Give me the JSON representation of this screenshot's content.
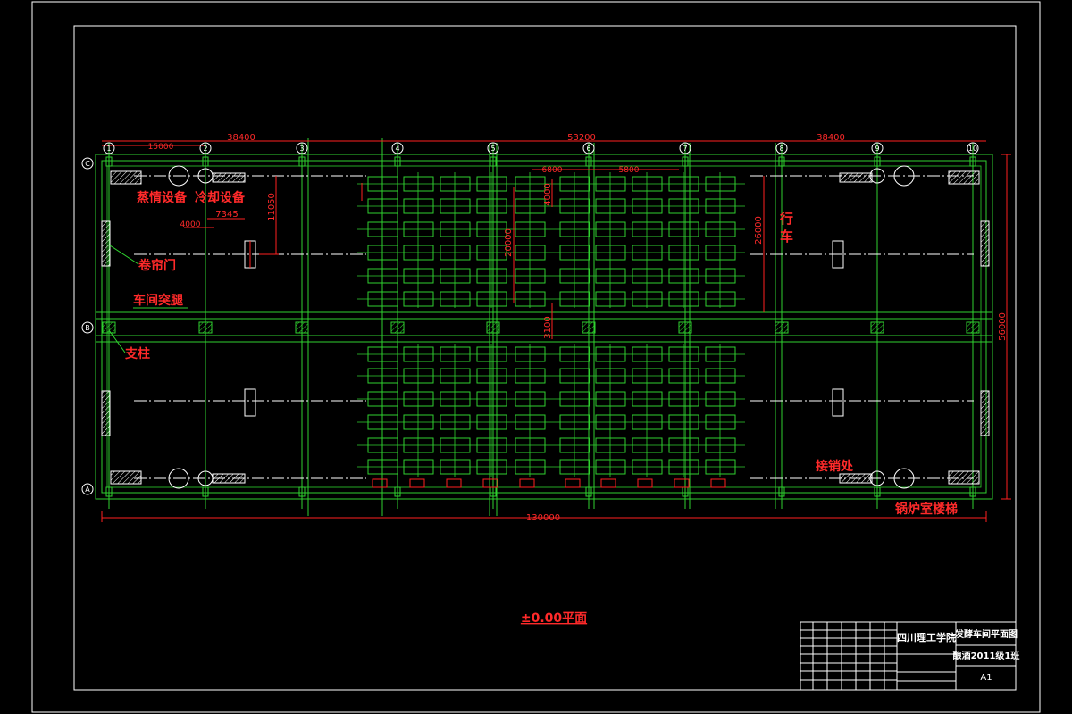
{
  "drawing": {
    "plan_title": "±0.00平面",
    "overall_dimension": "130000",
    "top_dimensions": [
      "38400",
      "53200",
      "38400"
    ],
    "sub_dimensions": {
      "first_bay": "15000",
      "equip_a": "6800",
      "equip_b": "5800",
      "offset_a": "7345",
      "offset_b": "4000",
      "vertical_a": "11050",
      "vertical_b": "26000",
      "vertical_c": "20000",
      "vertical_d": "4000",
      "vertical_e": "3100",
      "right_total": "56000"
    },
    "axis_labels_top": [
      "1",
      "2",
      "3",
      "4",
      "5",
      "6",
      "7",
      "8",
      "9",
      "10"
    ],
    "axis_labels_left": [
      "C",
      "B",
      "A"
    ],
    "annotations": {
      "steam_equipment": "蒸情设备",
      "cooling_equipment": "冷却设备",
      "rolling_door": "卷帘门",
      "workshop_channel": "车间突腿",
      "column": "支柱",
      "crane_a": "行",
      "crane_b": "车",
      "loading_point": "接销处",
      "boiler_stairs": "锅炉室楼梯"
    }
  },
  "title_block": {
    "school": "四川理工学院",
    "drawing_name": "发酵车间平面图",
    "project": "酿酒2011级1班",
    "sheet_size": "A1"
  },
  "colors": {
    "background": "#000000",
    "structure": "#2fd12f",
    "annotation": "#ff2a2a",
    "frame": "#ffffff"
  }
}
